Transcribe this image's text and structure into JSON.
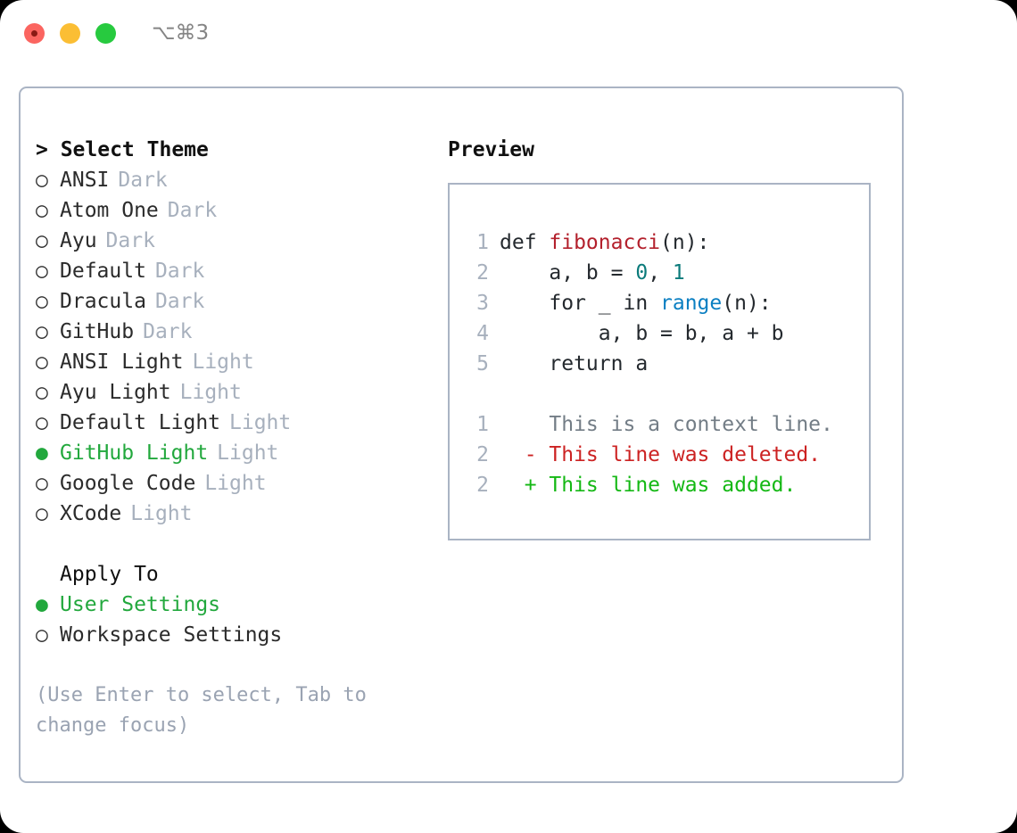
{
  "titlebar": {
    "shortcut": "⌥⌘3",
    "buttons": [
      {
        "name": "close",
        "color": "#fb6560"
      },
      {
        "name": "minimize",
        "color": "#fbbe34"
      },
      {
        "name": "maximize",
        "color": "#27ca3f"
      }
    ]
  },
  "theme_picker": {
    "header": "> Select Theme",
    "marker_selected": "●",
    "marker_unselected": "○",
    "accent_color": "#22a83d",
    "options": [
      {
        "label": "ANSI",
        "variant": "Dark",
        "selected": false
      },
      {
        "label": "Atom One",
        "variant": "Dark",
        "selected": false
      },
      {
        "label": "Ayu",
        "variant": "Dark",
        "selected": false
      },
      {
        "label": "Default",
        "variant": "Dark",
        "selected": false
      },
      {
        "label": "Dracula",
        "variant": "Dark",
        "selected": false
      },
      {
        "label": "GitHub",
        "variant": "Dark",
        "selected": false
      },
      {
        "label": "ANSI Light",
        "variant": "Light",
        "selected": false
      },
      {
        "label": "Ayu Light",
        "variant": "Light",
        "selected": false
      },
      {
        "label": "Default Light",
        "variant": "Light",
        "selected": false
      },
      {
        "label": "GitHub Light",
        "variant": "Light",
        "selected": true
      },
      {
        "label": "Google Code",
        "variant": "Light",
        "selected": false
      },
      {
        "label": "XCode",
        "variant": "Light",
        "selected": false
      }
    ]
  },
  "apply_to": {
    "header": "Apply To",
    "options": [
      {
        "label": "User Settings",
        "selected": true
      },
      {
        "label": "Workspace Settings",
        "selected": false
      }
    ]
  },
  "hint": "(Use Enter to select, Tab to change focus)",
  "preview": {
    "title": "Preview",
    "code_lines": [
      {
        "number": "1",
        "segments": [
          {
            "text": "def ",
            "kind": "plain"
          },
          {
            "text": "fibonacci",
            "kind": "fn"
          },
          {
            "text": "(n):",
            "kind": "plain"
          }
        ]
      },
      {
        "number": "2",
        "segments": [
          {
            "text": "    a, b = ",
            "kind": "plain"
          },
          {
            "text": "0",
            "kind": "num"
          },
          {
            "text": ", ",
            "kind": "plain"
          },
          {
            "text": "1",
            "kind": "num"
          }
        ]
      },
      {
        "number": "3",
        "segments": [
          {
            "text": "    for _ in ",
            "kind": "plain"
          },
          {
            "text": "range",
            "kind": "builtin"
          },
          {
            "text": "(n):",
            "kind": "plain"
          }
        ]
      },
      {
        "number": "4",
        "segments": [
          {
            "text": "        a, b = b, a + b",
            "kind": "plain"
          }
        ]
      },
      {
        "number": "5",
        "segments": [
          {
            "text": "    return a",
            "kind": "plain"
          }
        ]
      }
    ],
    "diff_lines": [
      {
        "number": "1",
        "marker": " ",
        "text": " This is a context line.",
        "kind": "context"
      },
      {
        "number": "2",
        "marker": "-",
        "text": " This line was deleted.",
        "kind": "deleted"
      },
      {
        "number": "2",
        "marker": "+",
        "text": " This line was added.",
        "kind": "added"
      }
    ],
    "colors": {
      "function": "#b3202c",
      "number": "#0c7b7b",
      "builtin": "#0a7fc2",
      "plain": "#24292e",
      "context": "#737d86",
      "deleted": "#cc2222",
      "added": "#14b814"
    }
  }
}
